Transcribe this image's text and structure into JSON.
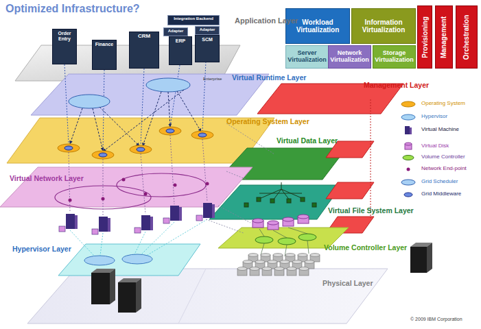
{
  "diagram": {
    "title": "Optimized Infrastructure?",
    "nodes": [
      {
        "text": [
          "Integration Backend"
        ]
      },
      {
        "text": [
          "Adapter"
        ]
      },
      {
        "text": [
          "Adapter"
        ]
      },
      {
        "text": [
          "Order Entry"
        ]
      },
      {
        "text": [
          "Finance"
        ]
      },
      {
        "text": [
          "CRM"
        ]
      },
      {
        "text": [
          "ERP"
        ]
      },
      {
        "text": [
          "SCM"
        ]
      },
      {
        "text": [
          "Workload Virtualization"
        ]
      },
      {
        "text": [
          "Information Virtualization"
        ]
      },
      {
        "text": [
          "Server Virtualization"
        ]
      },
      {
        "text": [
          "Network Virtualization"
        ]
      },
      {
        "text": [
          "Storage Virtualization"
        ]
      },
      {
        "text": [
          "Provisioning"
        ]
      },
      {
        "text": [
          "Management"
        ]
      },
      {
        "text": [
          "Orchestration"
        ]
      }
    ],
    "labels": [
      "Application Layer",
      "Enterprise",
      "Virtual Runtime Layer",
      "Management Layer",
      "Operating System Layer",
      "Virtual Data Layer",
      "Virtual Network Layer",
      "Virtual File System Layer",
      "Volume Controller Layer",
      "Hypervisor Layer",
      "Physical Layer",
      "© 2009 IBM Corporation"
    ],
    "legend": [
      {
        "text": "Operating System"
      },
      {
        "text": "Hypervisor"
      },
      {
        "text": "Virtual Machine"
      },
      {
        "text": "Virtual Disk"
      },
      {
        "text": "Volume Controller"
      },
      {
        "text": "Network End-point"
      },
      {
        "text": "Grid Scheduler"
      },
      {
        "text": "Grid Middleware"
      }
    ]
  }
}
